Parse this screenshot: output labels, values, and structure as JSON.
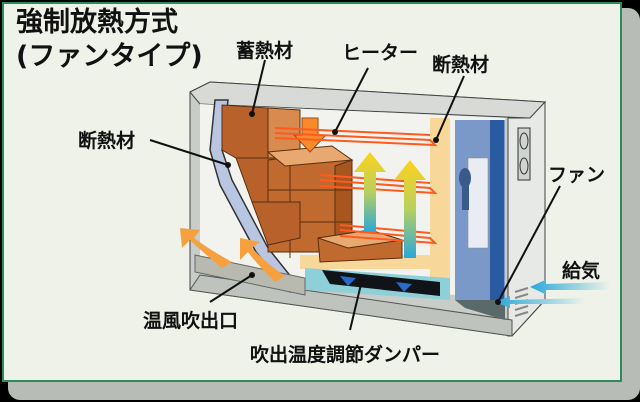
{
  "title": {
    "line1": "強制放熱方式",
    "line2": "(ファンタイプ)"
  },
  "labels": {
    "heat_storage": "蓄熱材",
    "heater": "ヒーター",
    "insulation_top": "断熱材",
    "insulation_left": "断熱材",
    "fan": "ファン",
    "air_intake": "給気",
    "warm_air_outlet": "温風吹出口",
    "damper": "吹出温度調節ダンパー"
  },
  "colors": {
    "frame_border": "#2e8b57",
    "background": "#eef2e8",
    "brick": "#c8702e",
    "heater_wire": "#ff5a1f",
    "warm_arrow": "#f7a040",
    "intake_arrow": "#2aa8d8"
  }
}
